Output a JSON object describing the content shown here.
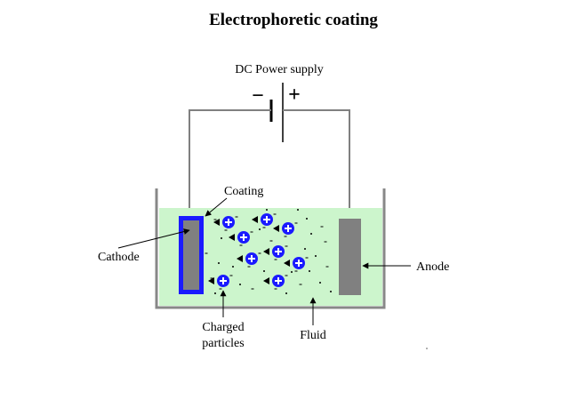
{
  "title": "Electrophoretic coating",
  "labels": {
    "power_supply": "DC Power supply",
    "minus_sign": "−",
    "plus_sign": "+",
    "coating": "Coating",
    "cathode": "Cathode",
    "anode": "Anode",
    "charged_particles_line1": "Charged",
    "charged_particles_line2": "particles",
    "fluid": "Fluid"
  },
  "colors": {
    "fluid": "#ccf5cc",
    "electrode": "#808080",
    "coating": "#1a1aff",
    "particle": "#1a1aff",
    "tank": "#888888",
    "wire": "#808080"
  },
  "icons": {
    "particle": "plus-circle-icon",
    "battery": "battery-icon",
    "arrow": "arrow-icon"
  }
}
